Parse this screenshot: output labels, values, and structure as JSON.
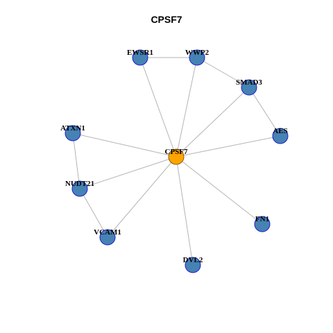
{
  "title": "CPSF7",
  "colors": {
    "center_node": "#FFA500",
    "node_fill": "#4682B4",
    "node_stroke": "#1F1FCC",
    "edge": "#B4B4B4"
  },
  "nodes": [
    {
      "id": "CPSF7",
      "label": "CPSF7",
      "center": true
    },
    {
      "id": "EWSR1",
      "label": "EWSR1"
    },
    {
      "id": "WWP2",
      "label": "WWP2"
    },
    {
      "id": "SMAD3",
      "label": "SMAD3"
    },
    {
      "id": "AES",
      "label": "AES"
    },
    {
      "id": "ATXN1",
      "label": "ATXN1"
    },
    {
      "id": "NUDT21",
      "label": "NUDT21"
    },
    {
      "id": "VCAM1",
      "label": "VCAM1"
    },
    {
      "id": "FN1",
      "label": "FN1"
    },
    {
      "id": "DVL2",
      "label": "DVL2"
    }
  ],
  "edges": [
    [
      "EWSR1",
      "WWP2"
    ],
    [
      "WWP2",
      "SMAD3"
    ],
    [
      "SMAD3",
      "AES"
    ],
    [
      "CPSF7",
      "EWSR1"
    ],
    [
      "CPSF7",
      "WWP2"
    ],
    [
      "CPSF7",
      "SMAD3"
    ],
    [
      "CPSF7",
      "AES"
    ],
    [
      "CPSF7",
      "ATXN1"
    ],
    [
      "CPSF7",
      "NUDT21"
    ],
    [
      "CPSF7",
      "VCAM1"
    ],
    [
      "CPSF7",
      "FN1"
    ],
    [
      "CPSF7",
      "DVL2"
    ],
    [
      "ATXN1",
      "NUDT21"
    ],
    [
      "NUDT21",
      "VCAM1"
    ]
  ]
}
